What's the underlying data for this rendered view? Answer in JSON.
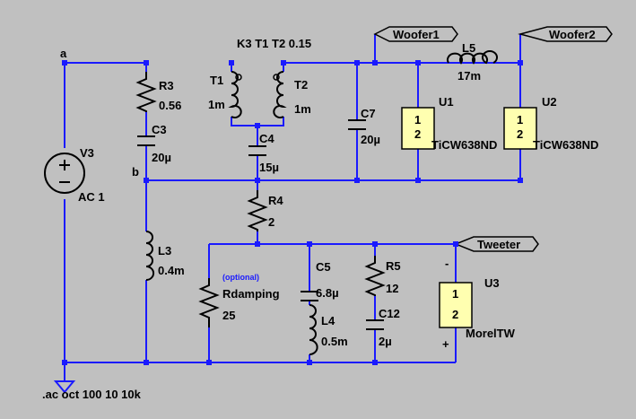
{
  "nodes": {
    "a": "a",
    "b": "b"
  },
  "directives": {
    "coupling": "K3 T1 T2 0.15",
    "analysis": ".ac oct 100 10 10k"
  },
  "net_labels": {
    "woofer1": "Woofer1",
    "woofer2": "Woofer2",
    "tweeter": "Tweeter"
  },
  "components": {
    "V3": {
      "name": "V3",
      "value": "AC 1"
    },
    "R3": {
      "name": "R3",
      "value": "0.56"
    },
    "C3": {
      "name": "C3",
      "value": "20µ"
    },
    "T1": {
      "name": "T1",
      "value": "1m"
    },
    "T2": {
      "name": "T2",
      "value": "1m"
    },
    "C4": {
      "name": "C4",
      "value": "15µ"
    },
    "C7": {
      "name": "C7",
      "value": "20µ"
    },
    "L5": {
      "name": "L5",
      "value": "17m"
    },
    "U1": {
      "name": "U1",
      "model": "TiCW638ND",
      "pin1": "1",
      "pin2": "2"
    },
    "U2": {
      "name": "U2",
      "model": "TiCW638ND",
      "pin1": "1",
      "pin2": "2"
    },
    "R4": {
      "name": "R4",
      "value": "2"
    },
    "L3": {
      "name": "L3",
      "value": "0.4m"
    },
    "Rdamping": {
      "name": "Rdamping",
      "value": "25",
      "note": "(optional)"
    },
    "C5": {
      "name": "C5",
      "value": "6.8µ"
    },
    "L4": {
      "name": "L4",
      "value": "0.5m"
    },
    "R5": {
      "name": "R5",
      "value": "12"
    },
    "C12": {
      "name": "C12",
      "value": "2µ"
    },
    "U3": {
      "name": "U3",
      "model": "MorelTW",
      "pin1": "1",
      "pin2": "2",
      "minus": "-",
      "plus": "+"
    }
  }
}
